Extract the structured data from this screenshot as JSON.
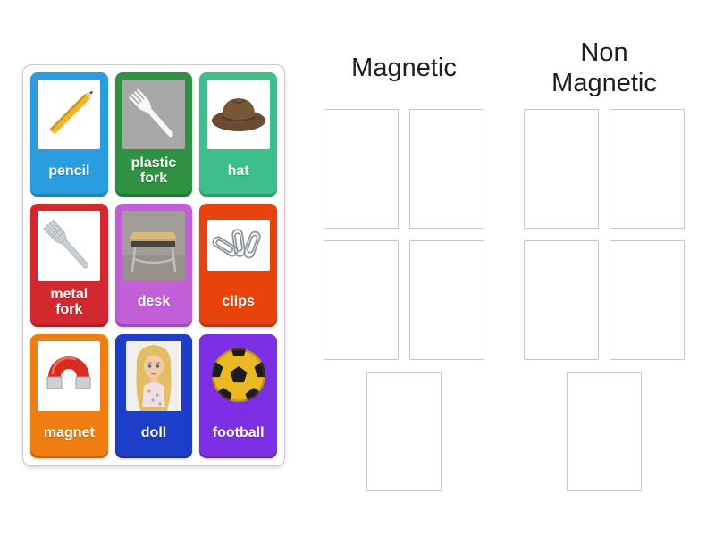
{
  "page": {
    "background": "#ffffff",
    "header_text_color": "#1e1e1e"
  },
  "board": {
    "cards": [
      {
        "label": "pencil",
        "color": "#299DE0",
        "image": "pencil-photo",
        "image_bg": "#ffffff"
      },
      {
        "label": "plastic fork",
        "color": "#2F9142",
        "image": "plastic-fork-photo",
        "image_bg": "#a8a8a8"
      },
      {
        "label": "hat",
        "color": "#3DBE8D",
        "image": "hat-photo",
        "image_bg": "#ffffff"
      },
      {
        "label": "metal fork",
        "color": "#D42830",
        "image": "metal-fork-photo",
        "image_bg": "#ffffff"
      },
      {
        "label": "desk",
        "color": "#C05FD6",
        "image": "desk-photo",
        "image_bg": "#a29d98"
      },
      {
        "label": "clips",
        "color": "#E8430D",
        "image": "clips-photo",
        "image_bg": "#ffffff"
      },
      {
        "label": "magnet",
        "color": "#F07D12",
        "image": "magnet-photo",
        "image_bg": "#ffffff"
      },
      {
        "label": "doll",
        "color": "#1C3EC9",
        "image": "doll-photo",
        "image_bg": "#f2eeea"
      },
      {
        "label": "football",
        "color": "#7C2FE5",
        "image": "football-photo",
        "image_bg": "transparent"
      }
    ]
  },
  "groups": [
    {
      "label": "Magnetic",
      "slot_count": 5
    },
    {
      "label": "Non Magnetic",
      "slot_count": 5
    }
  ]
}
